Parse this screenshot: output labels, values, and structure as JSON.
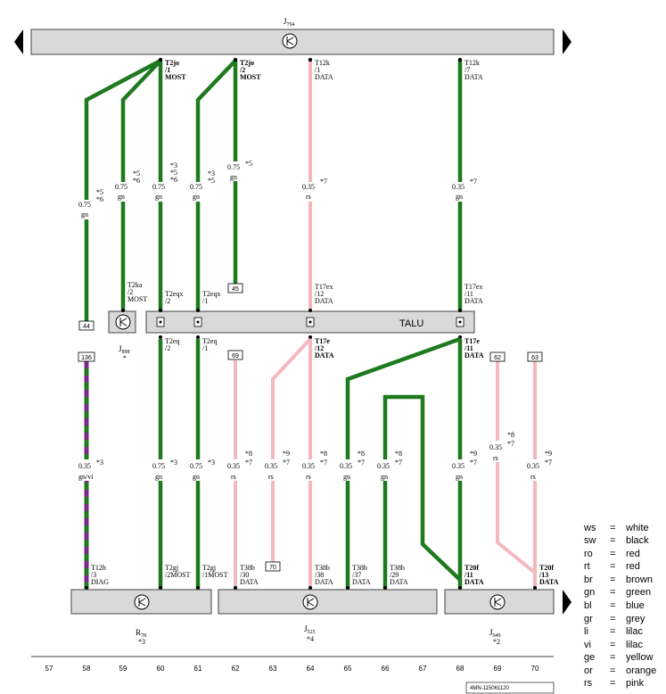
{
  "components": {
    "j794": {
      "name": "J",
      "sub": "794"
    },
    "j898": {
      "name": "J",
      "sub": "898",
      "note": "*"
    },
    "talu": {
      "name": "TALU"
    },
    "r78": {
      "name": "R",
      "sub": "78",
      "note": "*3"
    },
    "j525": {
      "name": "J",
      "sub": "525",
      "note": "*4"
    },
    "j949": {
      "name": "J",
      "sub": "949",
      "note": "*2"
    }
  },
  "connectors": {
    "t2jo1": [
      "T2jo",
      "/1",
      "MOST"
    ],
    "t2jo2": [
      "T2jo",
      "/2",
      "MOST"
    ],
    "t12k1": [
      "T12k",
      "/1",
      "DATA"
    ],
    "t12k7": [
      "T12k",
      "/7",
      "DATA"
    ],
    "t2ka2": [
      "T2ka",
      "/2",
      "MOST"
    ],
    "t2eqx2": [
      "T2eqx",
      "/2"
    ],
    "t2eqx1": [
      "T2eqx",
      "/1"
    ],
    "t17ex12": [
      "T17ex",
      "/12",
      "DATA"
    ],
    "t17ex11": [
      "T17ex",
      "/11",
      "DATA"
    ],
    "t2eq2": [
      "T2eq",
      "/2"
    ],
    "t2eq1": [
      "T2eq",
      "/1"
    ],
    "t17e12": [
      "T17e",
      "/12",
      "DATA"
    ],
    "t17e11": [
      "T17e",
      "/11",
      "DATA"
    ],
    "t12h3": [
      "T12h",
      "/3",
      "DIAG"
    ],
    "t2gj2": [
      "T2gj",
      "/2",
      "MOST"
    ],
    "t2gj1": [
      "T2gj",
      "/1",
      "MOST"
    ],
    "t38b30": [
      "T38b",
      "/30",
      "DATA"
    ],
    "t38b38": [
      "T38b",
      "/38",
      "DATA"
    ],
    "t38b37": [
      "T38b",
      "/37",
      "DATA"
    ],
    "t38b29": [
      "T38b",
      "/29",
      "DATA"
    ],
    "t20f11": [
      "T20f",
      "/11",
      "DATA"
    ],
    "t20f13": [
      "T20f",
      "/13",
      "DATA"
    ]
  },
  "wires_upper": [
    {
      "id": "w58",
      "size": "0.75",
      "color": "gn",
      "notes": [
        "*5",
        "*6"
      ]
    },
    {
      "id": "w59",
      "size": "0.75",
      "color": "gn",
      "notes": [
        "*5",
        "*6"
      ]
    },
    {
      "id": "w60",
      "size": "0.75",
      "color": "gn",
      "notes": [
        "*3",
        "*5",
        "*6"
      ]
    },
    {
      "id": "w61",
      "size": "0.75",
      "color": "gn",
      "notes": [
        "*3",
        "*5"
      ]
    },
    {
      "id": "w62",
      "size": "0.75",
      "color": "gn",
      "notes": [
        "*5"
      ]
    },
    {
      "id": "w64",
      "size": "0.35",
      "color": "rs",
      "notes": [
        "*7"
      ]
    },
    {
      "id": "w68",
      "size": "0.35",
      "color": "gn",
      "notes": [
        "*7"
      ]
    }
  ],
  "wires_lower": [
    {
      "id": "l58",
      "size": "0.35",
      "color": "gn/vi",
      "notes": [
        "*3"
      ]
    },
    {
      "id": "l60",
      "size": "0.75",
      "color": "gn",
      "notes": [
        "*3"
      ]
    },
    {
      "id": "l61",
      "size": "0.75",
      "color": "gn",
      "notes": [
        "*3"
      ]
    },
    {
      "id": "l62",
      "size": "0.35",
      "color": "rs",
      "notes": [
        "*8",
        "*7"
      ]
    },
    {
      "id": "l63",
      "size": "0.35",
      "color": "rs",
      "notes": [
        "*9",
        "*7"
      ]
    },
    {
      "id": "l64",
      "size": "0.35",
      "color": "rs",
      "notes": [
        "*8",
        "*7"
      ]
    },
    {
      "id": "l65",
      "size": "0.35",
      "color": "gn",
      "notes": [
        "*8",
        "*7"
      ]
    },
    {
      "id": "l66",
      "size": "0.35",
      "color": "gn",
      "notes": [
        "*8",
        "*7"
      ]
    },
    {
      "id": "l68",
      "size": "0.35",
      "color": "gn",
      "notes": [
        "*9",
        "*7"
      ]
    },
    {
      "id": "l69",
      "size": "0.35",
      "color": "rs",
      "notes": [
        "*8",
        "*7"
      ]
    },
    {
      "id": "l70",
      "size": "0.35",
      "color": "rs",
      "notes": [
        "*9",
        "*7"
      ]
    }
  ],
  "refs": {
    "r44": "44",
    "r45": "45",
    "r136": "136",
    "r69": "69",
    "r70": "70",
    "r62": "62",
    "r63": "63"
  },
  "columns": [
    "57",
    "58",
    "59",
    "60",
    "61",
    "62",
    "63",
    "64",
    "65",
    "66",
    "67",
    "68",
    "69",
    "70"
  ],
  "legend": [
    {
      "code": "ws",
      "eq": "=",
      "name": "white"
    },
    {
      "code": "sw",
      "eq": "=",
      "name": "black"
    },
    {
      "code": "ro",
      "eq": "=",
      "name": "red"
    },
    {
      "code": "rt",
      "eq": "=",
      "name": "red"
    },
    {
      "code": "br",
      "eq": "=",
      "name": "brown"
    },
    {
      "code": "gn",
      "eq": "=",
      "name": "green"
    },
    {
      "code": "bl",
      "eq": "=",
      "name": "blue"
    },
    {
      "code": "gr",
      "eq": "=",
      "name": "grey"
    },
    {
      "code": "li",
      "eq": "=",
      "name": "lilac"
    },
    {
      "code": "vi",
      "eq": "=",
      "name": "lilac"
    },
    {
      "code": "ge",
      "eq": "=",
      "name": "yellow"
    },
    {
      "code": "or",
      "eq": "=",
      "name": "orange"
    },
    {
      "code": "rs",
      "eq": "=",
      "name": "pink"
    }
  ],
  "doc_ref": "4MN-115061120",
  "colors": {
    "green": "#1f7a1f",
    "pink": "#f4b8be",
    "violet": "#7a2a8a",
    "body": "#d9d9d9"
  }
}
